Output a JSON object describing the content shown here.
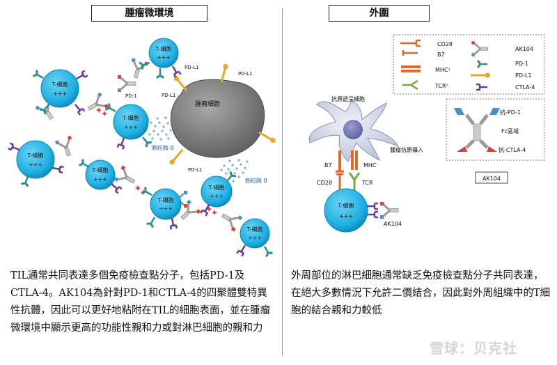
{
  "left_panel": {
    "title": "腫瘤微環境",
    "tcell_label": "T-細胞",
    "tcell_plus": "+++",
    "tumor_label": "腫瘤細胞",
    "pdl1_label": "PD-L1",
    "pd1_label": "PD-1",
    "granzyme_label": "顆粒酶 B",
    "caption": "TIL通常共同表達多個免疫檢查點分子，包括PD-1及CTLA-4。AK104為針對PD-1和CTLA-4的四聚體雙特異性抗體，因此可以更好地粘附在TIL的細胞表面，並在腫瘤微環境中顯示更高的功能性親和力或對淋巴細胞的親和力"
  },
  "right_panel": {
    "title": "外圍",
    "apc_label": "抗原遞呈細胞",
    "antigen_uptake_label": "腫瘤抗原攝入",
    "b7_label": "B7",
    "mhc_label": "MHC",
    "cd28_label": "CD28",
    "tcr_label": "TCR",
    "tcell_label": "T-細胞",
    "tcell_plus": "+++",
    "ak104_label": "AK104",
    "caption": "外周部位的淋巴細胞通常缺乏免疫檢查點分子共同表達，在絕大多數情況下允許二價結合，因此對外周組織中的T細胞的結合親和力較低"
  },
  "legend": {
    "cd28": "CD28",
    "b7": "B7",
    "mhc": "MHC¹",
    "tcr": "TCR²",
    "ak104": "AK104",
    "pd1": "PD-1",
    "pdl1": "PD-L1",
    "ctla4": "CTLA-4",
    "anti_pd1": "抗-PD-1",
    "fc": "Fc區域",
    "anti_ctla4": "抗-CTLA-4",
    "ak104_box": "AK104"
  },
  "watermark": "雪球：贝克社",
  "colors": {
    "tcell": "#23b6e6",
    "tcell_dark": "#0e7fb0",
    "tumor": "#7a7a7a",
    "pd1": "#2a8f8f",
    "pdl1": "#f0a52a",
    "ctla4": "#6a3b8f",
    "cd28": "#e0692a",
    "tcr": "#7aa843",
    "anti_pd1": "#4a90c8",
    "anti_ctla4": "#d9423a",
    "granzyme": "#7fa9d8",
    "apc": "#cfd3e8"
  }
}
